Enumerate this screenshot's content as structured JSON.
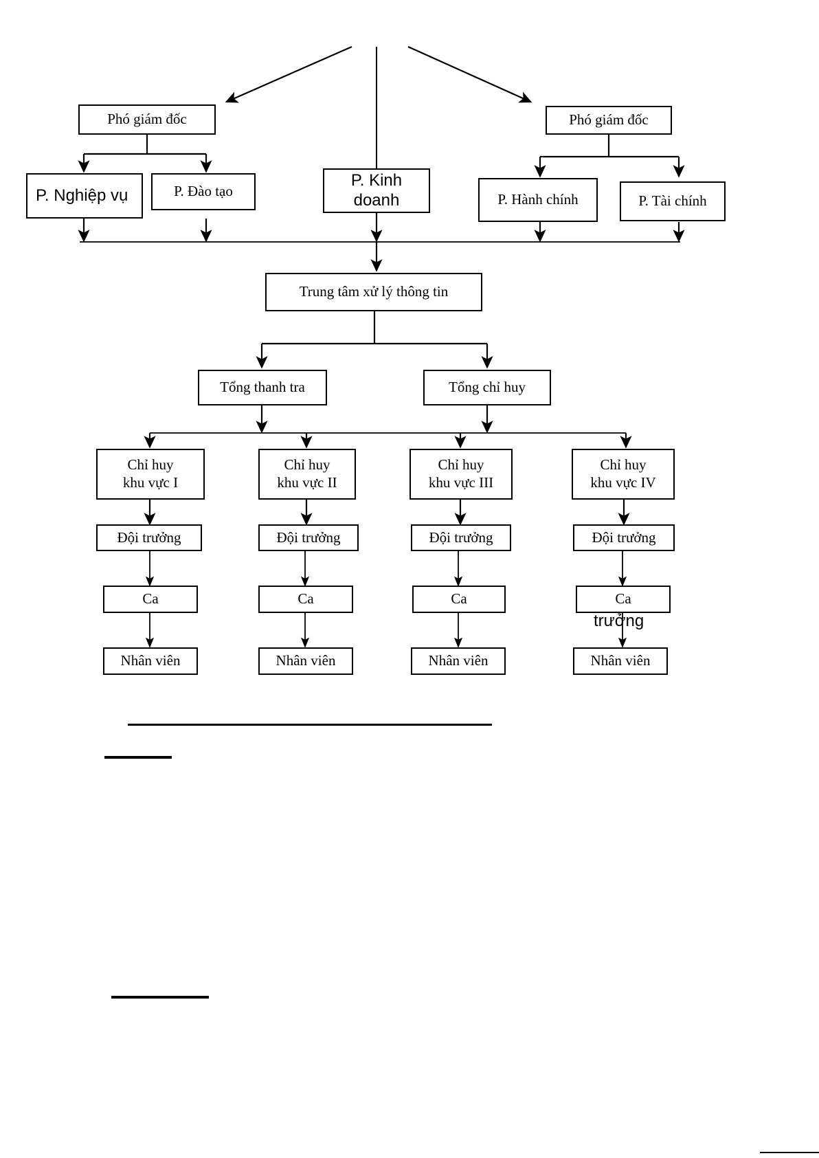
{
  "document": {
    "type": "organizational-chart",
    "language": "vi",
    "page_background": "#ffffff",
    "line_color": "#000000",
    "text_color": "#000000"
  },
  "chart_data": {
    "type": "diagram",
    "title": "",
    "nodes": [
      {
        "id": "pgd_left",
        "label": "Phó giám đốc",
        "level": 1,
        "font": "serif"
      },
      {
        "id": "pgd_right",
        "label": "Phó giám đốc",
        "level": 1,
        "font": "serif"
      },
      {
        "id": "p_nghiep_vu",
        "label": "P. Nghiệp vụ",
        "level": 2,
        "font": "sans"
      },
      {
        "id": "p_dao_tao",
        "label": "P. Đào tạo",
        "level": 2,
        "font": "serif"
      },
      {
        "id": "p_kinh_doanh",
        "label": "P. Kinh doanh",
        "level": 2,
        "font": "sans"
      },
      {
        "id": "p_hanh_chinh",
        "label": "P. Hành chính",
        "level": 2,
        "font": "serif"
      },
      {
        "id": "p_tai_chinh",
        "label": "P. Tài chính",
        "level": 2,
        "font": "serif"
      },
      {
        "id": "trung_tam",
        "label": "Trung tâm xử lý thông tin",
        "level": 3,
        "font": "serif"
      },
      {
        "id": "tong_thanh_tra",
        "label": "Tổng thanh tra",
        "level": 4,
        "font": "serif"
      },
      {
        "id": "tong_chi_huy",
        "label": "Tổng chỉ huy",
        "level": 4,
        "font": "serif"
      },
      {
        "id": "chi_huy_1",
        "label": "Chỉ huy\nkhu vực I",
        "level": 5,
        "font": "serif"
      },
      {
        "id": "chi_huy_2",
        "label": "Chỉ huy\nkhu vực II",
        "level": 5,
        "font": "serif"
      },
      {
        "id": "chi_huy_3",
        "label": "Chỉ huy\nkhu vực III",
        "level": 5,
        "font": "serif"
      },
      {
        "id": "chi_huy_4",
        "label": "Chỉ huy\nkhu vực IV",
        "level": 5,
        "font": "serif"
      },
      {
        "id": "doi_truong_1",
        "label": "Đội trưởng",
        "level": 6,
        "font": "serif"
      },
      {
        "id": "doi_truong_2",
        "label": "Đội trưởng",
        "level": 6,
        "font": "serif"
      },
      {
        "id": "doi_truong_3",
        "label": "Đội trưởng",
        "level": 6,
        "font": "serif"
      },
      {
        "id": "doi_truong_4",
        "label": "Đội trưởng",
        "level": 6,
        "font": "serif"
      },
      {
        "id": "ca_1",
        "label": "Ca",
        "level": 7,
        "font": "serif"
      },
      {
        "id": "ca_2",
        "label": "Ca",
        "level": 7,
        "font": "serif"
      },
      {
        "id": "ca_3",
        "label": "Ca",
        "level": 7,
        "font": "serif"
      },
      {
        "id": "ca_4",
        "label": "Ca",
        "level": 7,
        "font": "serif",
        "overflow_label": "trưởng"
      },
      {
        "id": "nhan_vien_1",
        "label": "Nhân viên",
        "level": 8,
        "font": "serif"
      },
      {
        "id": "nhan_vien_2",
        "label": "Nhân viên",
        "level": 8,
        "font": "serif"
      },
      {
        "id": "nhan_vien_3",
        "label": "Nhân viên",
        "level": 8,
        "font": "serif"
      },
      {
        "id": "nhan_vien_4",
        "label": "Nhân viên",
        "level": 8,
        "font": "serif"
      }
    ],
    "edges": [
      {
        "from": "root",
        "to": "pgd_left",
        "style": "diagonal-arrow"
      },
      {
        "from": "root",
        "to": "pgd_right",
        "style": "diagonal-arrow"
      },
      {
        "from": "root",
        "to": "p_kinh_doanh",
        "style": "straight"
      },
      {
        "from": "pgd_left",
        "to": "p_nghiep_vu",
        "style": "elbow-arrow"
      },
      {
        "from": "pgd_left",
        "to": "p_dao_tao",
        "style": "elbow-arrow"
      },
      {
        "from": "pgd_right",
        "to": "p_hanh_chinh",
        "style": "elbow-arrow"
      },
      {
        "from": "pgd_right",
        "to": "p_tai_chinh",
        "style": "elbow-arrow"
      },
      {
        "from": "p_nghiep_vu",
        "to": "bus",
        "style": "arrow"
      },
      {
        "from": "p_dao_tao",
        "to": "bus",
        "style": "arrow"
      },
      {
        "from": "p_kinh_doanh",
        "to": "bus",
        "style": "arrow"
      },
      {
        "from": "p_hanh_chinh",
        "to": "bus",
        "style": "arrow"
      },
      {
        "from": "p_tai_chinh",
        "to": "bus",
        "style": "arrow"
      },
      {
        "from": "bus",
        "to": "trung_tam",
        "style": "arrow"
      },
      {
        "from": "trung_tam",
        "to": "tong_thanh_tra",
        "style": "elbow-arrow"
      },
      {
        "from": "trung_tam",
        "to": "tong_chi_huy",
        "style": "elbow-arrow"
      },
      {
        "from": "tong_thanh_tra",
        "to": "bus2",
        "style": "arrow"
      },
      {
        "from": "tong_chi_huy",
        "to": "bus2",
        "style": "arrow"
      },
      {
        "from": "bus2",
        "to": "chi_huy_1",
        "style": "elbow-arrow"
      },
      {
        "from": "bus2",
        "to": "chi_huy_2",
        "style": "elbow-arrow"
      },
      {
        "from": "bus2",
        "to": "chi_huy_3",
        "style": "elbow-arrow"
      },
      {
        "from": "bus2",
        "to": "chi_huy_4",
        "style": "elbow-arrow"
      },
      {
        "from": "chi_huy_1",
        "to": "doi_truong_1",
        "style": "arrow"
      },
      {
        "from": "chi_huy_2",
        "to": "doi_truong_2",
        "style": "arrow"
      },
      {
        "from": "chi_huy_3",
        "to": "doi_truong_3",
        "style": "arrow"
      },
      {
        "from": "chi_huy_4",
        "to": "doi_truong_4",
        "style": "arrow"
      },
      {
        "from": "doi_truong_1",
        "to": "ca_1",
        "style": "arrow"
      },
      {
        "from": "doi_truong_2",
        "to": "ca_2",
        "style": "arrow"
      },
      {
        "from": "doi_truong_3",
        "to": "ca_3",
        "style": "arrow"
      },
      {
        "from": "doi_truong_4",
        "to": "ca_4",
        "style": "arrow"
      },
      {
        "from": "ca_1",
        "to": "nhan_vien_1",
        "style": "arrow"
      },
      {
        "from": "ca_2",
        "to": "nhan_vien_2",
        "style": "arrow"
      },
      {
        "from": "ca_3",
        "to": "nhan_vien_3",
        "style": "arrow"
      },
      {
        "from": "ca_4",
        "to": "nhan_vien_4",
        "style": "arrow"
      }
    ]
  },
  "nodes": {
    "pgd_left": "Phó giám đốc",
    "pgd_right": "Phó giám đốc",
    "p_nghiep_vu": "P. Nghiệp vụ",
    "p_dao_tao": "P. Đào tạo",
    "p_kinh_doanh": "P. Kinh\ndoanh",
    "p_hanh_chinh": "P. Hành chính",
    "p_tai_chinh": "P. Tài chính",
    "trung_tam": "Trung tâm xử lý thông tin",
    "tong_thanh_tra": "Tổng thanh tra",
    "tong_chi_huy": "Tổng chỉ huy",
    "chi_huy_1": "Chỉ huy\nkhu vực I",
    "chi_huy_2": "Chỉ huy\nkhu vực II",
    "chi_huy_3": "Chỉ huy\nkhu vực III",
    "chi_huy_4": "Chỉ huy\nkhu vực IV",
    "doi_truong_1": "Đội trưởng",
    "doi_truong_2": "Đội trưởng",
    "doi_truong_3": "Đội trưởng",
    "doi_truong_4": "Đội trưởng",
    "ca_1": "Ca",
    "ca_2": "Ca",
    "ca_3": "Ca",
    "ca_4": "Ca",
    "ca_4_overflow": "trưởng",
    "nghiep_vu_overflow": "vụ",
    "nhan_vien_1": "Nhân viên",
    "nhan_vien_2": "Nhân viên",
    "nhan_vien_3": "Nhân viên",
    "nhan_vien_4": "Nhân viên"
  }
}
